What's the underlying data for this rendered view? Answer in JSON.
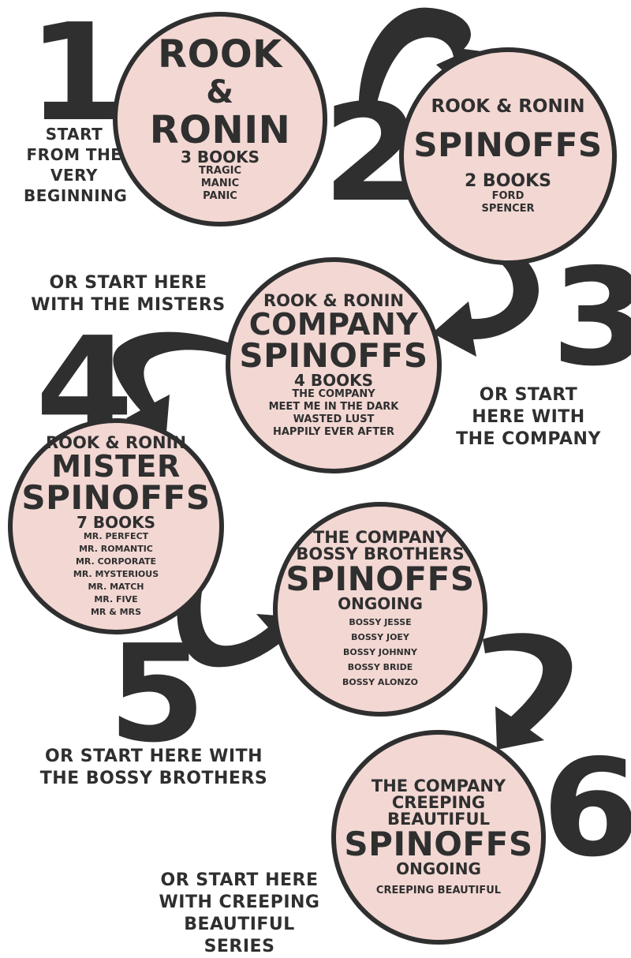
{
  "steps": [
    {
      "number": "1",
      "note": [
        "START",
        "FROM THE",
        "VERY",
        "BEGINNING"
      ],
      "circle": {
        "lines": [
          "ROOK",
          "&",
          "RONIN"
        ],
        "count": "3 BOOKS",
        "books": [
          "TRAGIC",
          "MANIC",
          "PANIC"
        ]
      }
    },
    {
      "number": "2",
      "note": [],
      "circle": {
        "lines": [
          "ROOK & RONIN",
          "SPINOFFS"
        ],
        "count": "2 BOOKS",
        "books": [
          "FORD",
          "SPENCER"
        ]
      }
    },
    {
      "number": "3",
      "note": [
        "OR START",
        "HERE WITH",
        "THE COMPANY"
      ],
      "circle": {
        "lines": [
          "ROOK & RONIN",
          "COMPANY",
          "SPINOFFS"
        ],
        "count": "4 BOOKS",
        "books": [
          "THE COMPANY",
          "MEET ME IN THE DARK",
          "WASTED LUST",
          "HAPPILY EVER AFTER"
        ]
      }
    },
    {
      "number": "4",
      "note": [
        "OR START HERE",
        "WITH THE MISTERS"
      ],
      "circle": {
        "lines": [
          "ROOK & RONIN",
          "MISTER",
          "SPINOFFS"
        ],
        "count": "7 BOOKS",
        "books": [
          "MR. PERFECT",
          "MR. ROMANTIC",
          "MR. CORPORATE",
          "MR. MYSTERIOUS",
          "MR. MATCH",
          "MR. FIVE",
          "MR & MRS"
        ]
      }
    },
    {
      "number": "5",
      "note": [
        "OR START HERE WITH",
        "THE BOSSY BROTHERS"
      ],
      "circle": {
        "lines": [
          "THE COMPANY",
          "BOSSY BROTHERS",
          "SPINOFFS"
        ],
        "count": "ONGOING",
        "books": [
          "BOSSY JESSE",
          "BOSSY JOEY",
          "BOSSY JOHNNY",
          "BOSSY BRIDE",
          "BOSSY ALONZO"
        ]
      }
    },
    {
      "number": "6",
      "note": [
        "OR START HERE",
        "WITH CREEPING",
        "BEAUTIFUL SERIES"
      ],
      "circle": {
        "lines": [
          "THE COMPANY",
          "CREEPING",
          "BEAUTIFUL",
          "SPINOFFS"
        ],
        "count": "ONGOING",
        "books": [
          "CREEPING BEAUTIFUL"
        ]
      }
    }
  ],
  "colors": {
    "ink": "#2f2f2f",
    "circle_fill": "#f2d7d3",
    "background": "#ffffff"
  }
}
